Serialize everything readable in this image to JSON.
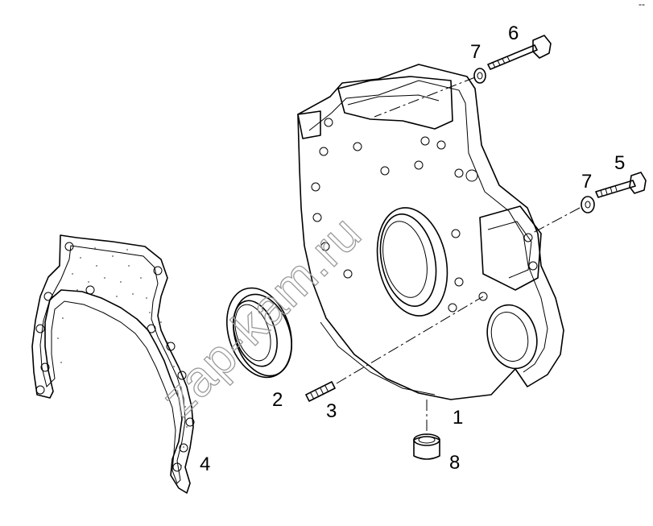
{
  "diagram": {
    "callouts": {
      "part1": "1",
      "part2": "2",
      "part3": "3",
      "part4": "4",
      "part5": "5",
      "part6": "6",
      "part7a": "7",
      "part7b": "7",
      "part8": "8"
    },
    "watermark": "zap-kam.ru",
    "corner_mark": "--"
  }
}
